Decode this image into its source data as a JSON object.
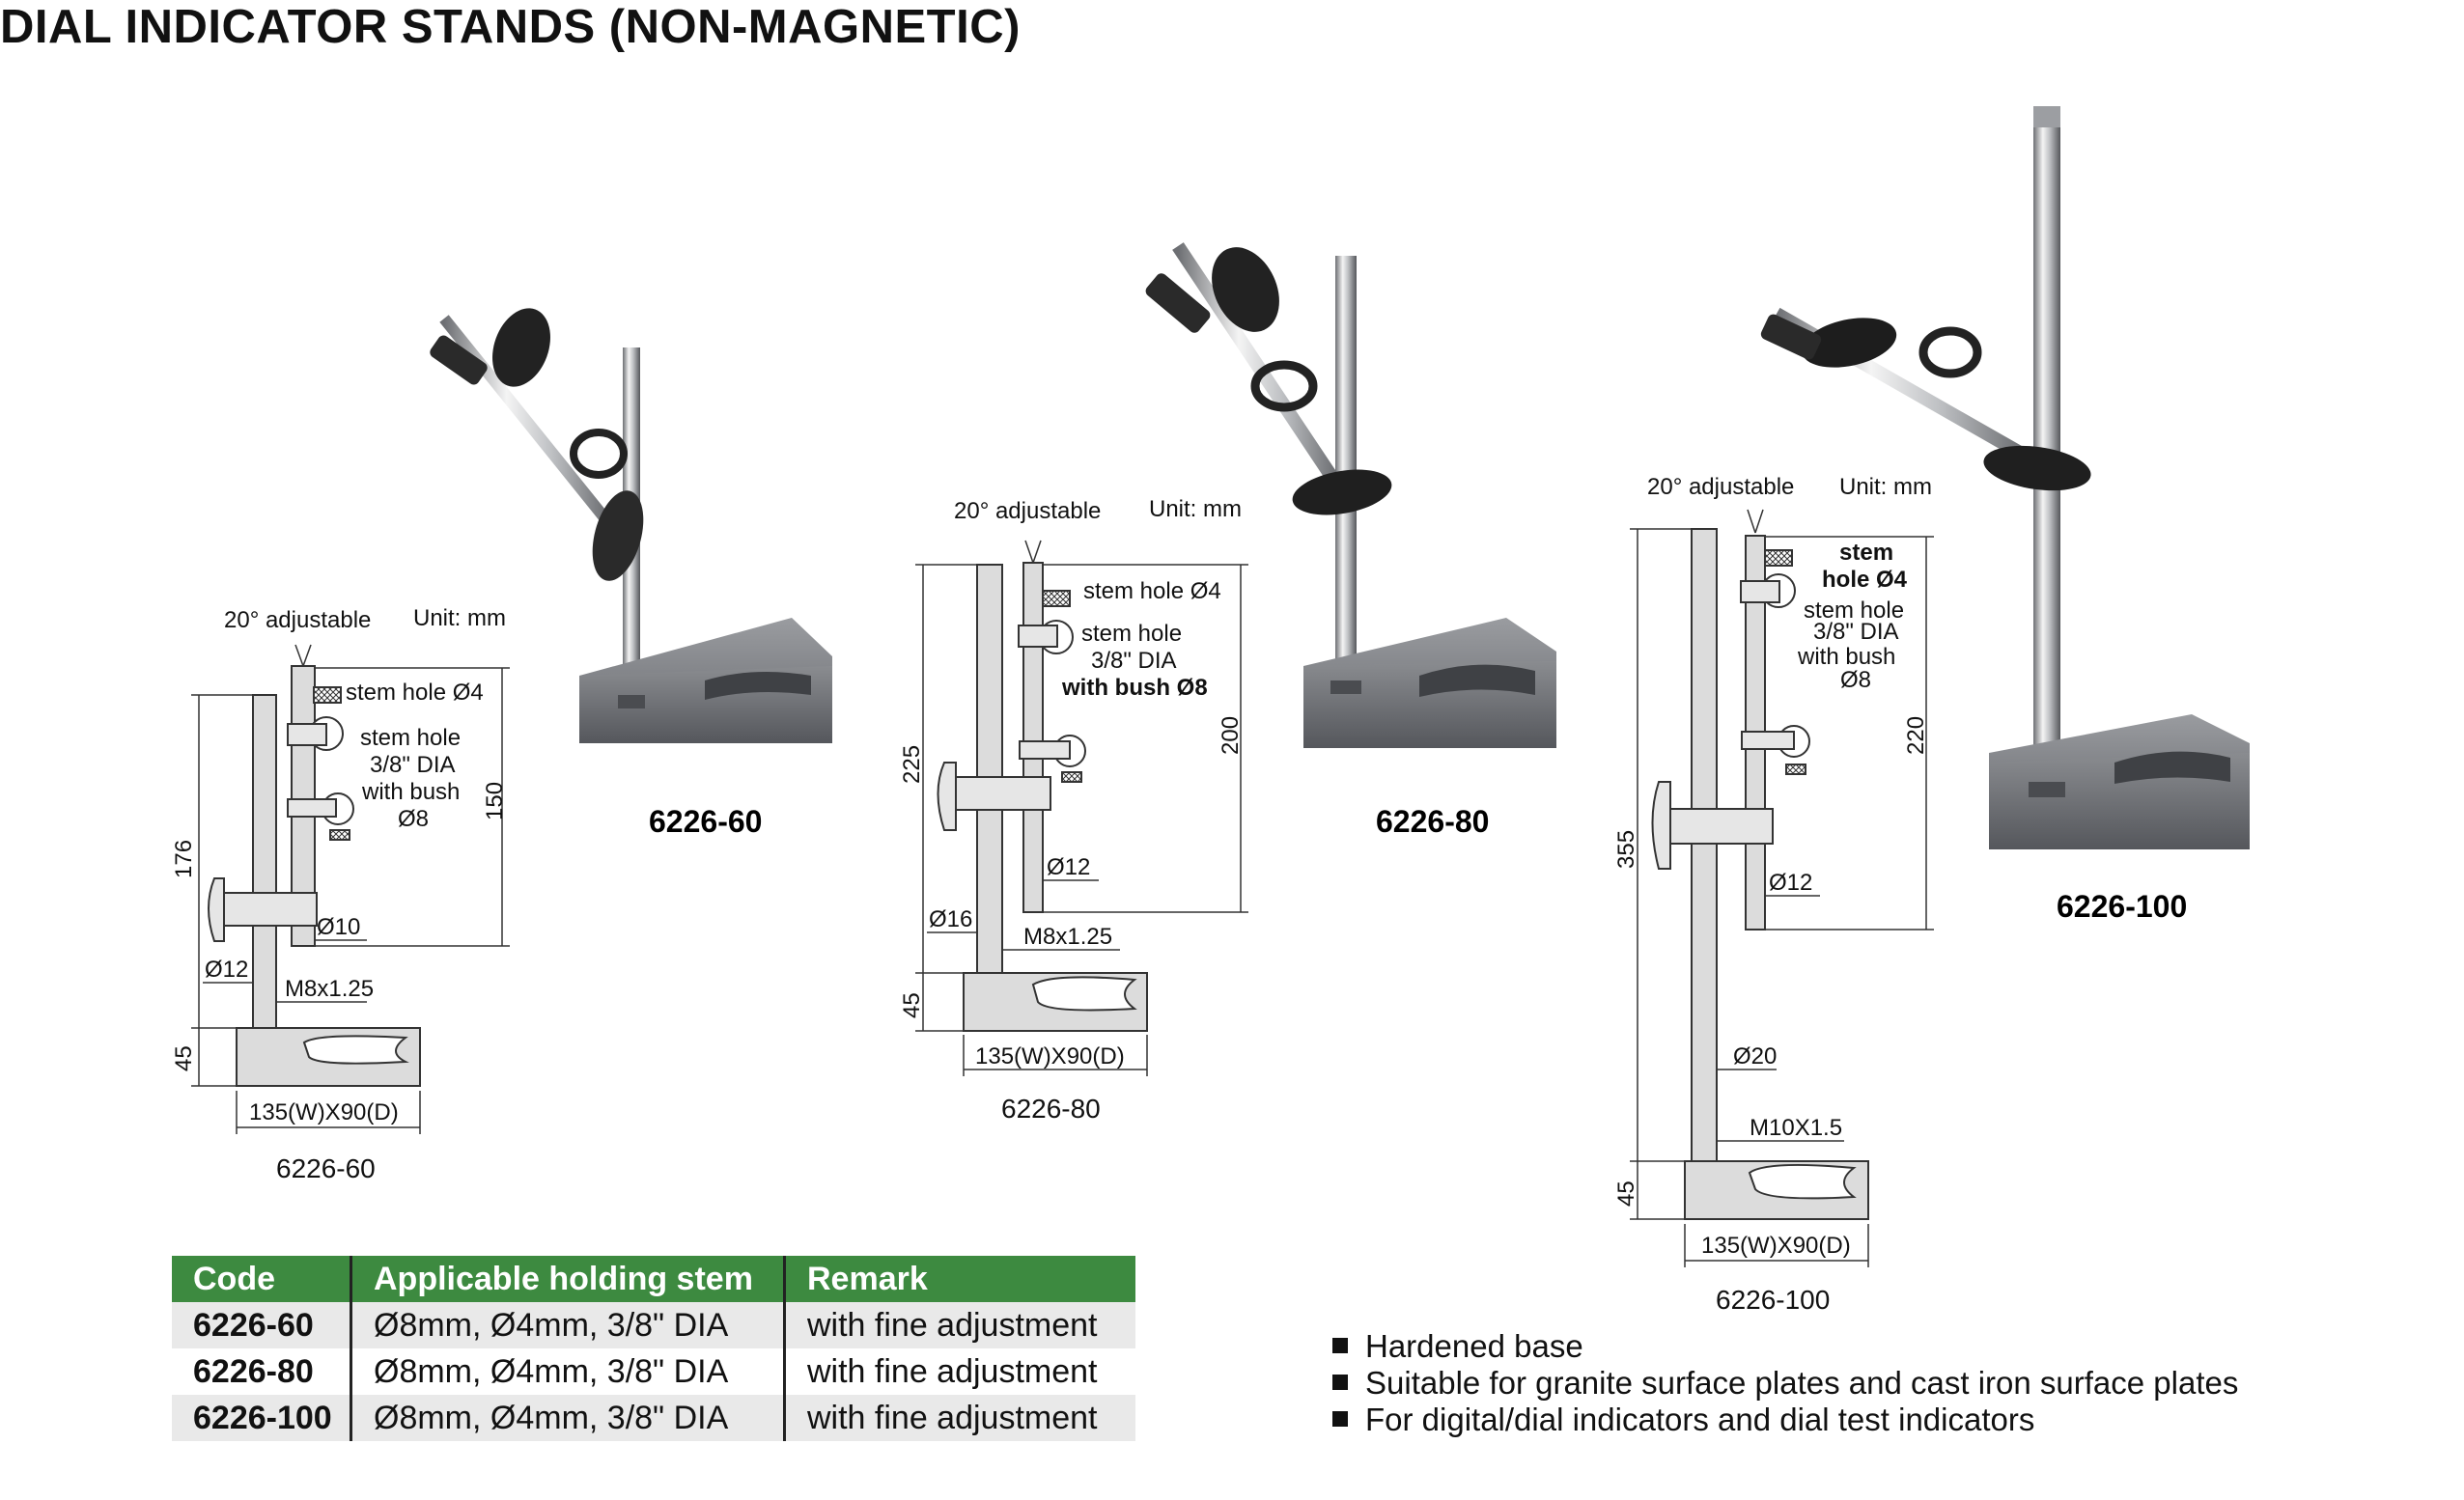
{
  "title": "DIAL INDICATOR STANDS (NON-MAGNETIC)",
  "models": [
    {
      "code": "6226-60",
      "caption": "6226-60",
      "angle": "20° adjustable",
      "unit": "Unit: mm",
      "notes": [
        "stem hole Ø4",
        "stem hole",
        "3/8\" DIA",
        "with bush",
        "Ø8"
      ],
      "dims": {
        "height_total": "176",
        "height_arm": "150",
        "base_h": "45",
        "rod_dia": "Ø12",
        "clamp_dia": "Ø10",
        "thread": "M8x1.25",
        "base_size": "135(W)X90(D)"
      }
    },
    {
      "code": "6226-80",
      "caption": "6226-80",
      "angle": "20° adjustable",
      "unit": "Unit: mm",
      "notes": [
        "stem hole Ø4",
        "stem hole",
        "3/8\" DIA",
        "with bush Ø8"
      ],
      "dims": {
        "height_total": "225",
        "height_arm": "200",
        "base_h": "45",
        "rod_dia": "Ø16",
        "clamp_dia": "Ø12",
        "thread": "M8x1.25",
        "base_size": "135(W)X90(D)"
      }
    },
    {
      "code": "6226-100",
      "caption": "6226-100",
      "angle": "20° adjustable",
      "unit": "Unit: mm",
      "notes": [
        "stem",
        "hole Ø4",
        "stem hole",
        "3/8\" DIA",
        "with bush",
        "Ø8"
      ],
      "dims": {
        "height_total": "355",
        "height_arm": "220",
        "base_h": "45",
        "rod_dia": "Ø20",
        "clamp_dia": "Ø12",
        "thread": "M10X1.5",
        "base_size": "135(W)X90(D)"
      }
    }
  ],
  "table": {
    "headers": [
      "Code",
      "Applicable holding stem",
      "Remark"
    ],
    "rows": [
      [
        "6226-60",
        "Ø8mm, Ø4mm, 3/8\" DIA",
        "with fine adjustment"
      ],
      [
        "6226-80",
        "Ø8mm, Ø4mm, 3/8\" DIA",
        "with fine adjustment"
      ],
      [
        "6226-100",
        "Ø8mm, Ø4mm, 3/8\" DIA",
        "with fine adjustment"
      ]
    ]
  },
  "features": [
    "Hardened base",
    "Suitable for granite surface plates and cast iron surface plates",
    "For digital/dial indicators and dial test indicators"
  ],
  "colors": {
    "header_green": "#3d8a40",
    "row_gray": "#e9e9e9",
    "base_gray": "#7a7c80",
    "drawing_fill": "#dcdcdc"
  }
}
